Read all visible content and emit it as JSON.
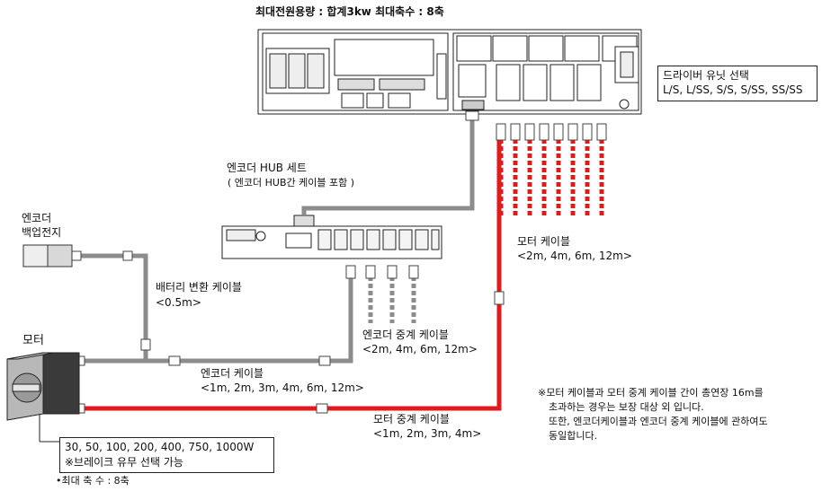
{
  "header": {
    "capacity": "최대전원용량 : 합계3kw   최대축수 : 8축"
  },
  "driver_unit": {
    "title": "드라이버  유닛  선택",
    "options": "L/S, L/SS, S/S, S/SS, SS/SS"
  },
  "encoder_hub_set": {
    "title": "엔코더 HUB 세트",
    "subtitle": "( 엔코더 HUB간 케이블 포함 )"
  },
  "motor_cable": {
    "title": "모터 케이블",
    "lengths": "<2m, 4m, 6m, 12m>"
  },
  "encoder_backup": {
    "line1": "엔코더",
    "line2": "백업전지"
  },
  "battery_cable": {
    "title": "배터리 변환 케이블",
    "lengths": "<0.5m>"
  },
  "encoder_relay_cable": {
    "title": "엔코더 중계 케이블",
    "lengths": "<2m, 4m, 6m, 12m>"
  },
  "motor": {
    "label": "모터"
  },
  "encoder_cable": {
    "title": "엔코더 케이블",
    "lengths": "<1m, 2m, 3m, 4m, 6m, 12m>"
  },
  "motor_relay_cable": {
    "title": "모터 중계 케이블",
    "lengths": "<1m, 2m, 3m, 4m>"
  },
  "motor_spec": {
    "line1": "30, 50, 100, 200, 400, 750, 1000W",
    "line2": "※브레이크 유무 선택 가능"
  },
  "max_axes_note": "•최대 축 수 : 8축",
  "warning_note": {
    "line1": "※모터 케이블과 모터 중계 케이블 간이 총연장 16m를",
    "line2": "초과하는 경우는 보장 대상 외 입니다.",
    "line3": "또한, 엔코더케이블과 엔코더 중계 케이블에 관하여도",
    "line4": "동일합니다."
  },
  "colors": {
    "motor_cable": "#e11b1b",
    "encoder_cable": "#8c8c8c",
    "outline": "#222222"
  }
}
